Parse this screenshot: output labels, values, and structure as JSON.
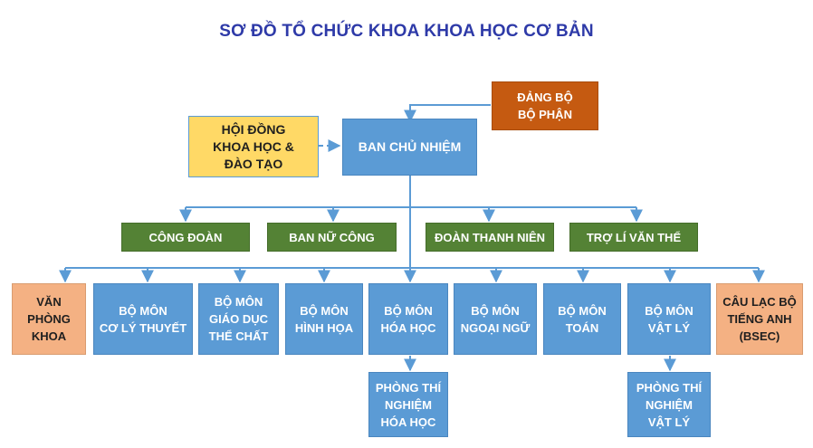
{
  "title": "SƠ ĐỒ TỔ CHỨC KHOA KHOA HỌC CƠ BẢN",
  "colors": {
    "title": "#2e3aa8",
    "connector": "#5b9bd5",
    "blue_box": "#5b9bd5",
    "green_box": "#548235",
    "orange_box": "#c55a11",
    "yellow_box": "#ffd966",
    "peach_box": "#f4b183"
  },
  "nodes": {
    "dang_bo": "ĐẢNG BỘ\nBỘ PHẬN",
    "hoi_dong": "HỘI ĐỒNG\nKHOA HỌC &\nĐÀO TẠO",
    "ban_chu_nhiem": "BAN CHỦ NHIỆM",
    "cong_doan": "CÔNG ĐOÀN",
    "ban_nu_cong": "BAN NỮ CÔNG",
    "doan_thanh_nien": "ĐOÀN THANH NIÊN",
    "tro_li_van_the": "TRỢ LÍ VĂN THỂ",
    "van_phong_khoa": "VĂN\nPHÒNG\nKHOA",
    "bm_co_ly_thuyet": "BỘ MÔN\nCƠ LÝ THUYẾT",
    "bm_giao_duc_the_chat": "BỘ MÔN\nGIÁO DỤC\nTHỂ CHẤT",
    "bm_hinh_hoa": "BỘ MÔN\nHÌNH HỌA",
    "bm_hoa_hoc": "BỘ MÔN\nHÓA HỌC",
    "bm_ngoai_ngu": "BỘ MÔN\nNGOẠI NGỮ",
    "bm_toan": "BỘ MÔN\nTOÁN",
    "bm_vat_ly": "BỘ MÔN\nVẬT LÝ",
    "clb_tieng_anh": "CÂU LẠC BỘ\nTIẾNG ANH\n(BSEC)",
    "ptn_hoa_hoc": "PHÒNG THÍ\nNGHIỆM\nHÓA HỌC",
    "ptn_vat_ly": "PHÒNG THÍ\nNGHIỆM\nVẬT LÝ"
  }
}
